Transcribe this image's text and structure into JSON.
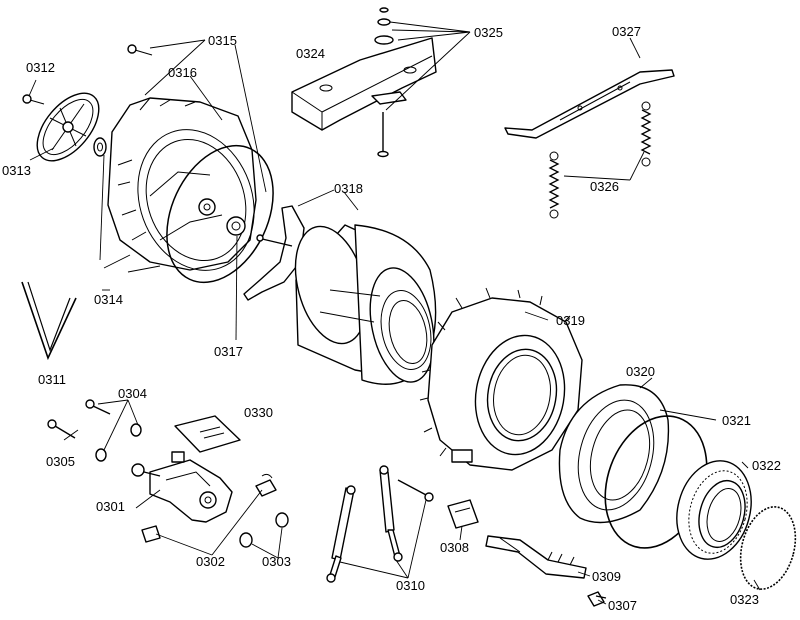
{
  "callouts": {
    "p0301": "0301",
    "p0302": "0302",
    "p0303": "0303",
    "p0304": "0304",
    "p0305": "0305",
    "p0307": "0307",
    "p0308": "0308",
    "p0309": "0309",
    "p0310": "0310",
    "p0311": "0311",
    "p0312": "0312",
    "p0313": "0313",
    "p0314": "0314",
    "p0315": "0315",
    "p0316": "0316",
    "p0317": "0317",
    "p0318": "0318",
    "p0319": "0319",
    "p0320": "0320",
    "p0321": "0321",
    "p0322": "0322",
    "p0323": "0323",
    "p0324": "0324",
    "p0325": "0325",
    "p0326": "0326",
    "p0327": "0327",
    "p0330": "0330"
  }
}
